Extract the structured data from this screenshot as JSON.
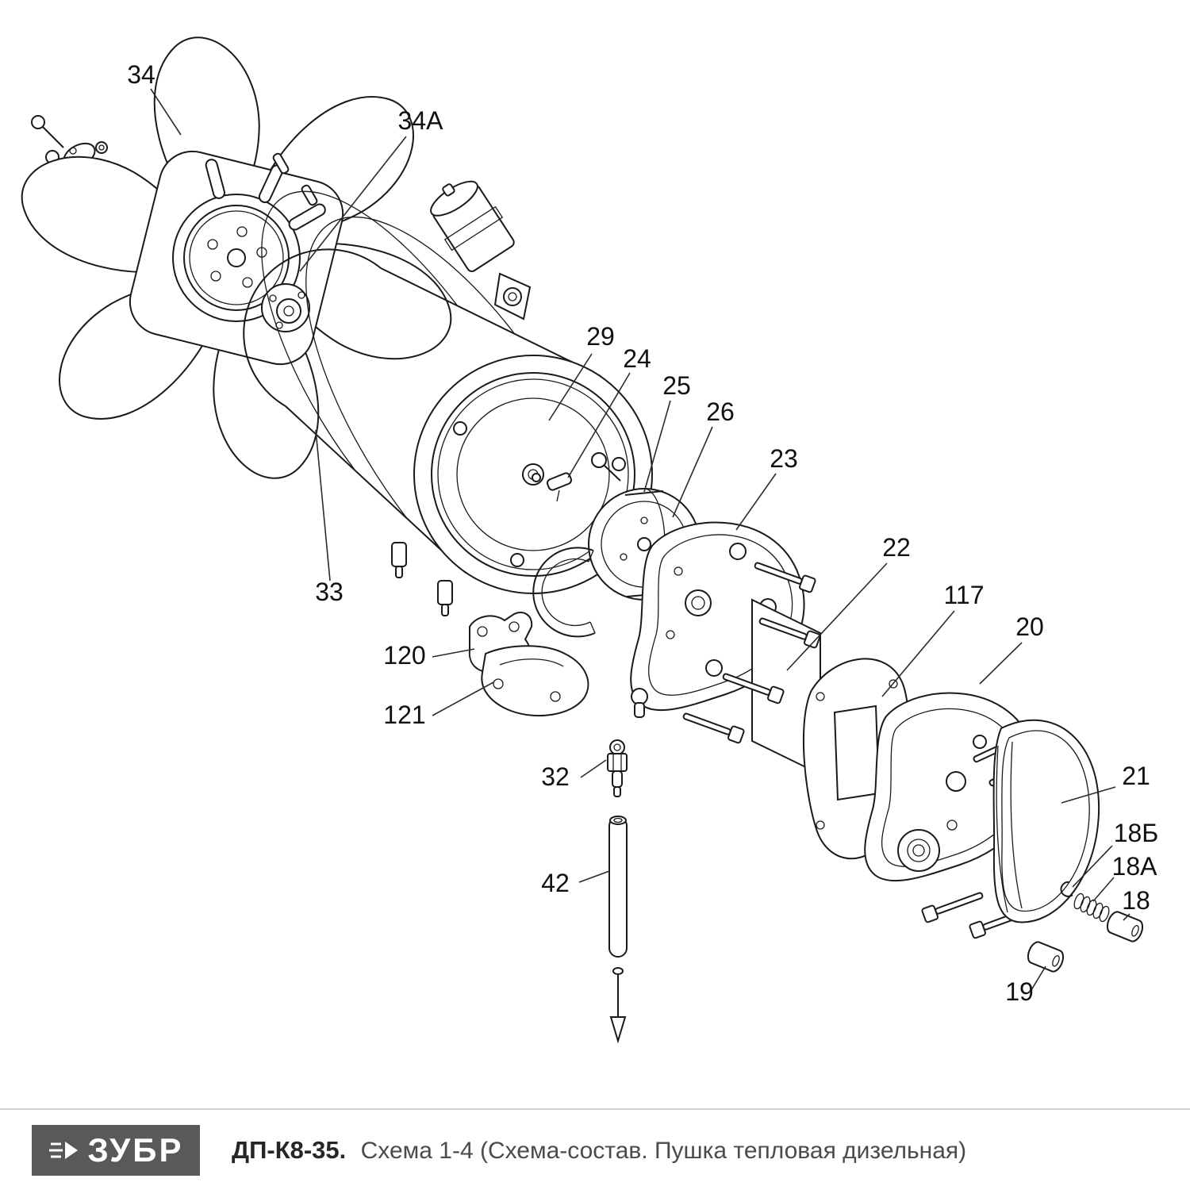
{
  "labels": {
    "34": "34",
    "34A": "34А",
    "29": "29",
    "24": "24",
    "25": "25",
    "26": "26",
    "23": "23",
    "22": "22",
    "117": "117",
    "20": "20",
    "21": "21",
    "33": "33",
    "120": "120",
    "121": "121",
    "32": "32",
    "42": "42",
    "18B": "18Б",
    "18A": "18А",
    "18": "18",
    "19": "19"
  },
  "footer": {
    "brand": "ЗУБР",
    "model": "ДП-К8-35.",
    "subtitle": "Схема 1-4 (Схема-состав. Пушка тепловая дизельная)"
  },
  "colors": {
    "line": "#1a1a1a",
    "footer_bg": "#58595b",
    "footer_text": "#ffffff",
    "title_text": "#4b4b4b"
  }
}
